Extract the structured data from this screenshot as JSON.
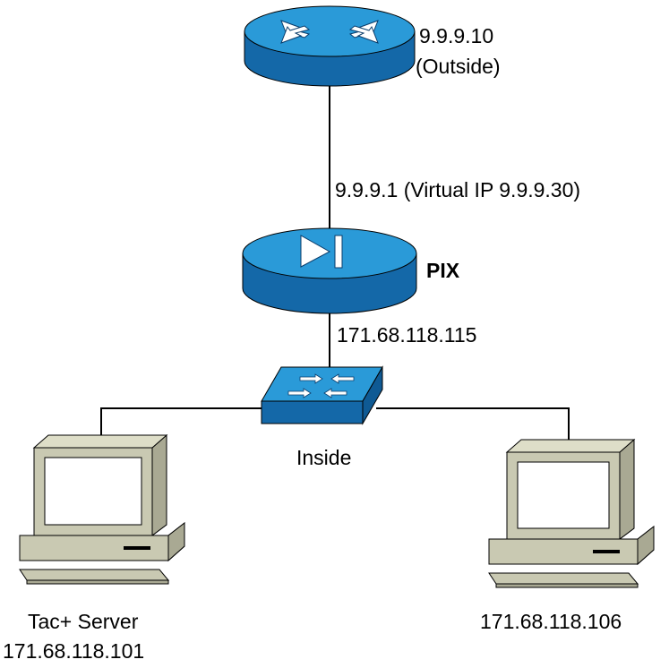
{
  "labels": {
    "router_ip": "9.9.9.10",
    "router_zone": "(Outside)",
    "pix_outside_ip": "9.9.9.1  (Virtual IP 9.9.9.30)",
    "pix_name": "PIX",
    "pix_inside_ip": "171.68.118.115",
    "switch_zone": "Inside",
    "server_name": "Tac+ Server",
    "server_ip": "171.68.118.101",
    "host_ip": "171.68.118.106"
  },
  "colors": {
    "device_top": "#2a9ad8",
    "device_side": "#1468a8",
    "computer_body": "#c9c9b2",
    "line": "#000000"
  }
}
